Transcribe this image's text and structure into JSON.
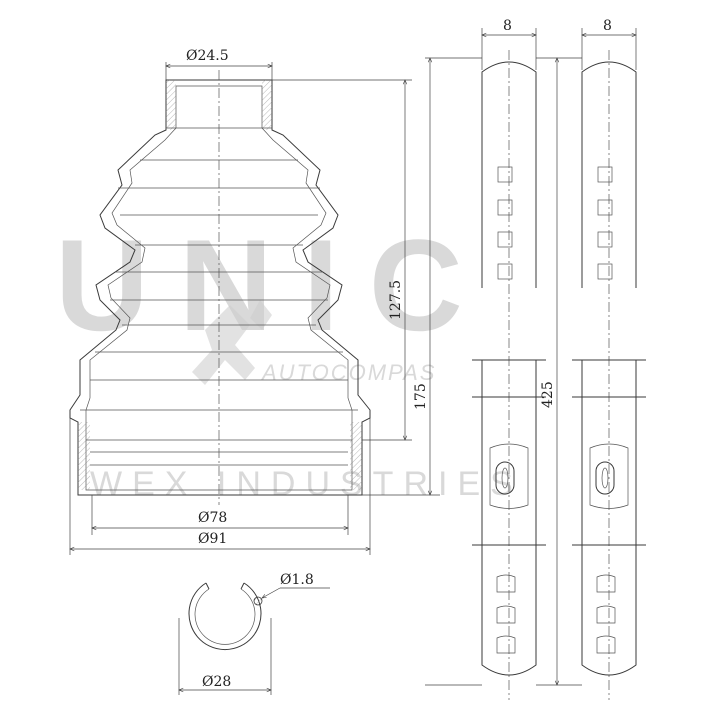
{
  "drawing": {
    "boot": {
      "neck_diameter": "Ø24.5",
      "mid_diameter": "Ø78",
      "outer_diameter": "Ø91",
      "body_height": "127.5",
      "total_height": "175"
    },
    "ring": {
      "wire_diameter": "Ø1.8",
      "ring_diameter": "Ø28"
    },
    "clamp_left": {
      "width": "8"
    },
    "clamp_right": {
      "width": "8",
      "length": "425"
    }
  },
  "watermark": {
    "brand_large": "UNIC",
    "brand_mid": "AUTOCOMPAS",
    "brand_small": "WEX INDUSTRIES"
  }
}
